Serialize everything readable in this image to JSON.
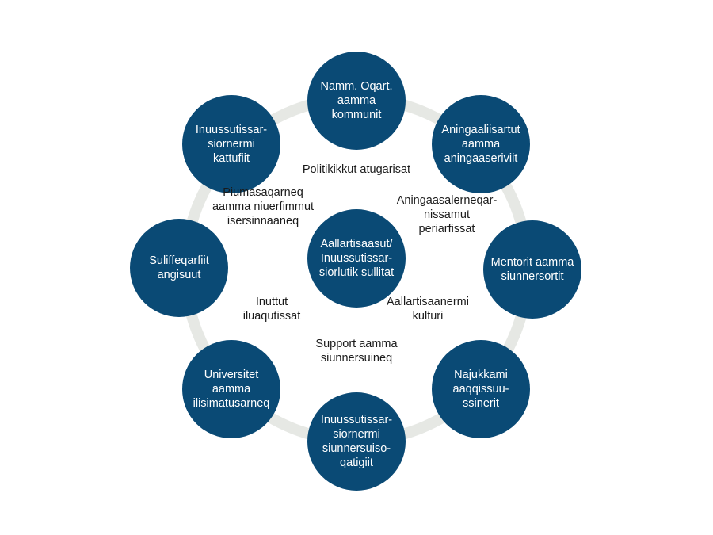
{
  "diagram": {
    "colors": {
      "node_fill": "#0a4a75",
      "node_text": "#ffffff",
      "ring": "#e6e8e4",
      "label_text": "#1a1a1a"
    },
    "center": {
      "lines": [
        "Aallartisaasut/",
        "Inuussutissar-",
        "siorlutik sullitat"
      ]
    },
    "nodes": [
      {
        "id": "namm-oqart",
        "lines": [
          "Namm. Oqart.",
          "aamma",
          "kommunit"
        ]
      },
      {
        "id": "aningaaliisartut",
        "lines": [
          "Aningaaliisartut",
          "aamma",
          "aningaaseriviit"
        ]
      },
      {
        "id": "mentorit",
        "lines": [
          "Mentorit aamma",
          "siunnersortit"
        ]
      },
      {
        "id": "najukkami",
        "lines": [
          "Najukkami",
          "aaqqissuu-",
          "ssinerit"
        ]
      },
      {
        "id": "siunnersuisoqatigiit",
        "lines": [
          "Inuussutissar-",
          "siornermi",
          "siunnersuiso-",
          "qatigiit"
        ]
      },
      {
        "id": "universitet",
        "lines": [
          "Universitet",
          "aamma",
          "ilisimatusarneq"
        ]
      },
      {
        "id": "suliffeqarfiit",
        "lines": [
          "Suliffeqarfiit",
          "angisuut"
        ]
      },
      {
        "id": "kattufiit",
        "lines": [
          "Inuussutissar-",
          "siornermi",
          "kattufiit"
        ]
      }
    ],
    "labels": [
      {
        "id": "politikkikkut",
        "lines": [
          "Politikikkut atugarisat"
        ]
      },
      {
        "id": "aningaasalerneqarnissamut",
        "lines": [
          "Aningaasalerneqar-",
          "nissamut",
          "periarfissat"
        ]
      },
      {
        "id": "aallartisaanermi",
        "lines": [
          "Aallartisaanermi",
          "kulturi"
        ]
      },
      {
        "id": "support",
        "lines": [
          "Support aamma",
          "siunnersuineq"
        ]
      },
      {
        "id": "inuttut",
        "lines": [
          "Inuttut",
          "iluaqutissat"
        ]
      },
      {
        "id": "piumasaqarneq",
        "lines": [
          "Piumasaqarneq",
          "aamma niuerfimmut",
          "isersinnaaneq"
        ]
      }
    ]
  }
}
